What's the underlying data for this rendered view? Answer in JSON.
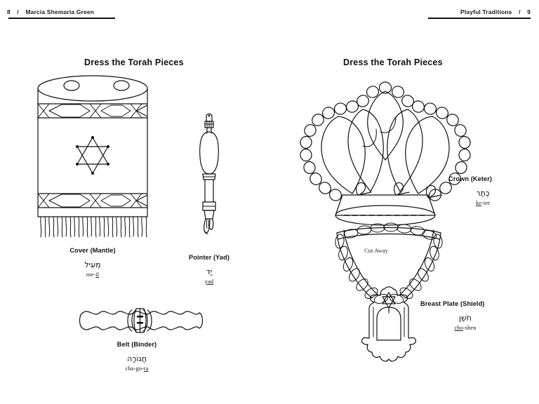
{
  "header": {
    "left_page_number": "8",
    "left_separator": "/",
    "left_text": "Marcia Shemaria Green",
    "right_text": "Playful Traditions",
    "right_separator": "/",
    "right_page_number": "9"
  },
  "left_page": {
    "title": "Dress the Torah Pieces",
    "items": [
      {
        "name": "cover-mantle",
        "english": "Cover (Mantle)",
        "hebrew": "מְעִיל",
        "translit_plain": "me-",
        "translit_underlined": "il"
      },
      {
        "name": "pointer-yad",
        "english": "Pointer (Yad)",
        "hebrew": "יָד",
        "translit_plain": "",
        "translit_underlined": "yad"
      },
      {
        "name": "belt-binder",
        "english": "Belt (Binder)",
        "hebrew": "חֲגוֹרָה",
        "translit_plain": "cha-go-",
        "translit_underlined": "ra"
      }
    ]
  },
  "right_page": {
    "title": "Dress the Torah Pieces",
    "cut_away_label": "Cut Away",
    "items": [
      {
        "name": "crown-keter",
        "english": "Crown (Keter)",
        "hebrew": "כֶּתֶר",
        "translit_plain": "-ter",
        "translit_underlined": "ke"
      },
      {
        "name": "breast-plate-shield",
        "english": "Breast Plate (Shield)",
        "hebrew": "חֹשֶׁן",
        "translit_plain": "-shen",
        "translit_underlined": "cho"
      }
    ]
  },
  "colors": {
    "ink": "#111111",
    "paper": "#ffffff"
  }
}
